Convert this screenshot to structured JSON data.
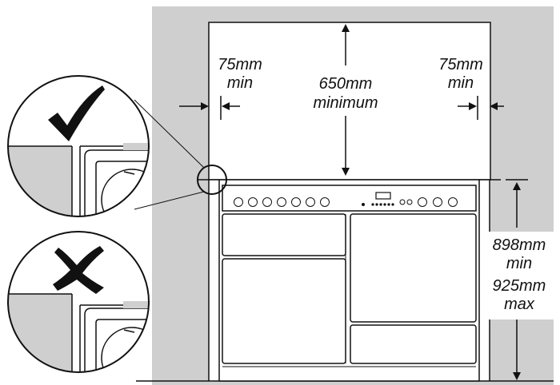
{
  "dimensions": {
    "side_left_value": "75mm",
    "side_left_qual": "min",
    "side_right_value": "75mm",
    "side_right_qual": "min",
    "top_value": "650mm",
    "top_qual": "minimum",
    "height_min_value": "898mm",
    "height_min_qual": "min",
    "height_max_value": "925mm",
    "height_max_qual": "max"
  },
  "detail_views": [
    {
      "verdict": "correct",
      "icon": "check-icon"
    },
    {
      "verdict": "incorrect",
      "icon": "cross-icon"
    }
  ],
  "colors": {
    "wall": "#cfcfcf",
    "outline": "#111111",
    "background": "#ffffff"
  }
}
